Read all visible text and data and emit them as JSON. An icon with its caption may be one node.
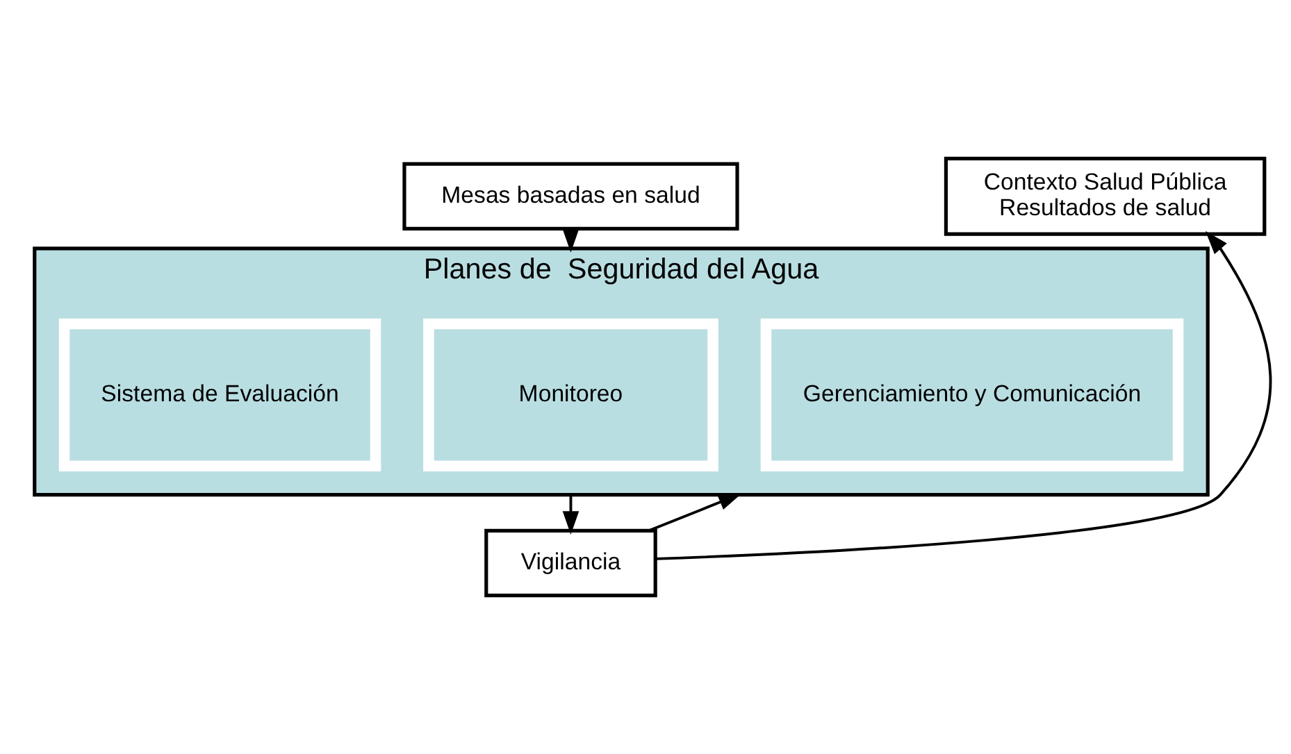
{
  "diagram": {
    "nodes": [
      {
        "text": [
          "Mesas basadas en salud"
        ]
      },
      {
        "text": [
          "Contexto Salud Pública",
          "Resultados de salud"
        ]
      },
      {
        "text": [
          "Planes de  Seguridad del Agua"
        ]
      },
      {
        "text": [
          "Sistema de Evaluación"
        ],
        "in": 2
      },
      {
        "text": [
          "Monitoreo"
        ],
        "in": 2
      },
      {
        "text": [
          "Gerenciamiento y Comunicación"
        ],
        "in": 2
      },
      {
        "text": [
          "Vigilancia"
        ]
      }
    ],
    "edges": [
      {
        "from": 0,
        "to": 2,
        "arrow": "to"
      },
      {
        "from": 2,
        "to": 6,
        "arrow": "to"
      },
      {
        "from": 6,
        "to": 1,
        "arrow": "to"
      },
      {
        "from": 6,
        "to": 2,
        "arrow": "to"
      }
    ]
  }
}
